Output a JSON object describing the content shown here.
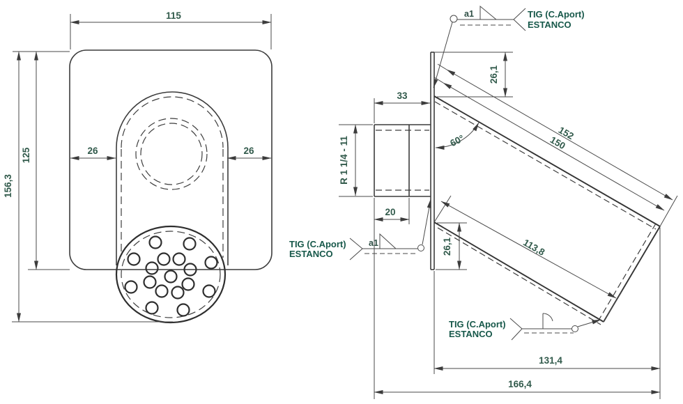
{
  "front": {
    "width": "115",
    "total_height": "156,3",
    "plate_height": "125",
    "offset_left": "26",
    "offset_right": "26"
  },
  "side": {
    "fitting_length": "33",
    "thread_length": "20",
    "thread_spec": "R 1 1/4 - 11",
    "top_offset": "26,1",
    "bottom_offset": "26,1",
    "duct_len_outer": "152",
    "duct_len_inner": "150",
    "duct_len_bottom": "113,8",
    "angle": "60°",
    "span_inner": "131,4",
    "span_total": "166,4"
  },
  "welds": {
    "top": {
      "size": "a1",
      "process": "TIG (C.Aport)",
      "note": "ESTANCO"
    },
    "middle": {
      "size": "a1",
      "process": "TIG (C.Aport)",
      "note": "ESTANCO"
    },
    "bottom": {
      "process": "TIG (C.Aport)",
      "note": "ESTANCO"
    }
  },
  "colors": {
    "line": "#3c3c3c",
    "dim_text": "#315a4b",
    "weld_text": "#17584a",
    "background": "#ffffff"
  }
}
